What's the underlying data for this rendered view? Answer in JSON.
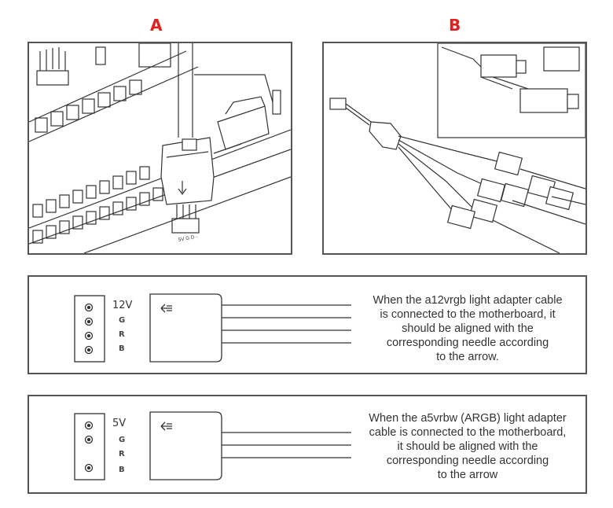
{
  "labels": {
    "a": "A",
    "b": "B"
  },
  "illustration_a": {
    "board_marks": "5V  G  D  -"
  },
  "rows": [
    {
      "voltage": "12V",
      "pins": [
        "G",
        "R",
        "B"
      ],
      "text_lines": [
        "When the a12vrgb light adapter cable",
        "is connected to the motherboard, it",
        "should be aligned with the",
        "corresponding needle according",
        "to the arrow."
      ]
    },
    {
      "voltage": "5V",
      "pins": [
        "G",
        "R",
        "B"
      ],
      "text_lines": [
        "When the a5vrbw (ARGB) light adapter",
        "cable is connected to the motherboard,",
        "it should be aligned with the",
        "corresponding needle according",
        "to the arrow"
      ]
    }
  ],
  "colors": {
    "accent_red": "#e0211f",
    "line": "#555555"
  }
}
